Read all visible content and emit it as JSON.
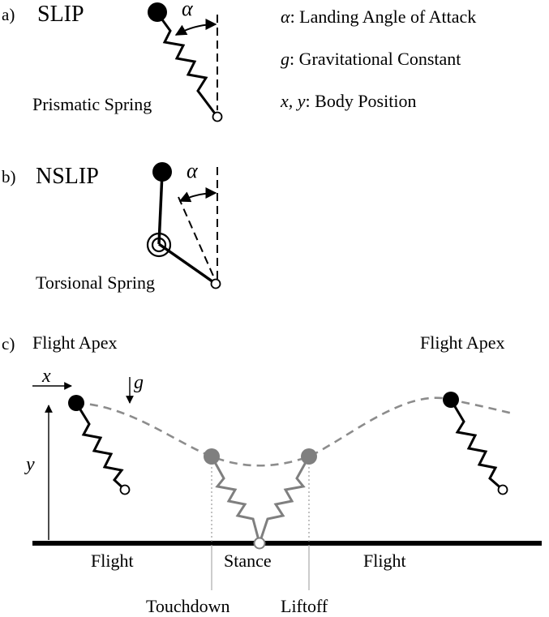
{
  "panel_a": {
    "tag": "a)",
    "model": "SLIP",
    "angle_symbol": "α",
    "spring_label": "Prismatic Spring"
  },
  "legend": {
    "alpha": {
      "symbol": "α",
      "text": ": Landing Angle of Attack"
    },
    "g": {
      "symbol": "g",
      "text": ": Gravitational Constant"
    },
    "xy": {
      "symbol": "x, y",
      "text": ": Body Position"
    }
  },
  "panel_b": {
    "tag": "b)",
    "model": "NSLIP",
    "angle_symbol": "α",
    "spring_label": "Torsional Spring"
  },
  "panel_c": {
    "tag": "c)",
    "apex_left": "Flight Apex",
    "apex_right": "Flight Apex",
    "x_symbol": "x",
    "y_symbol": "y",
    "g_symbol": "g",
    "phase_flight_left": "Flight",
    "phase_stance": "Stance",
    "phase_flight_right": "Flight",
    "touchdown": "Touchdown",
    "liftoff": "Liftoff"
  },
  "colors": {
    "ink": "#000000",
    "stance_gray": "#7f7f7f",
    "trajectory_gray": "#8c8c8c",
    "guide_gray": "#b0b0b0"
  }
}
